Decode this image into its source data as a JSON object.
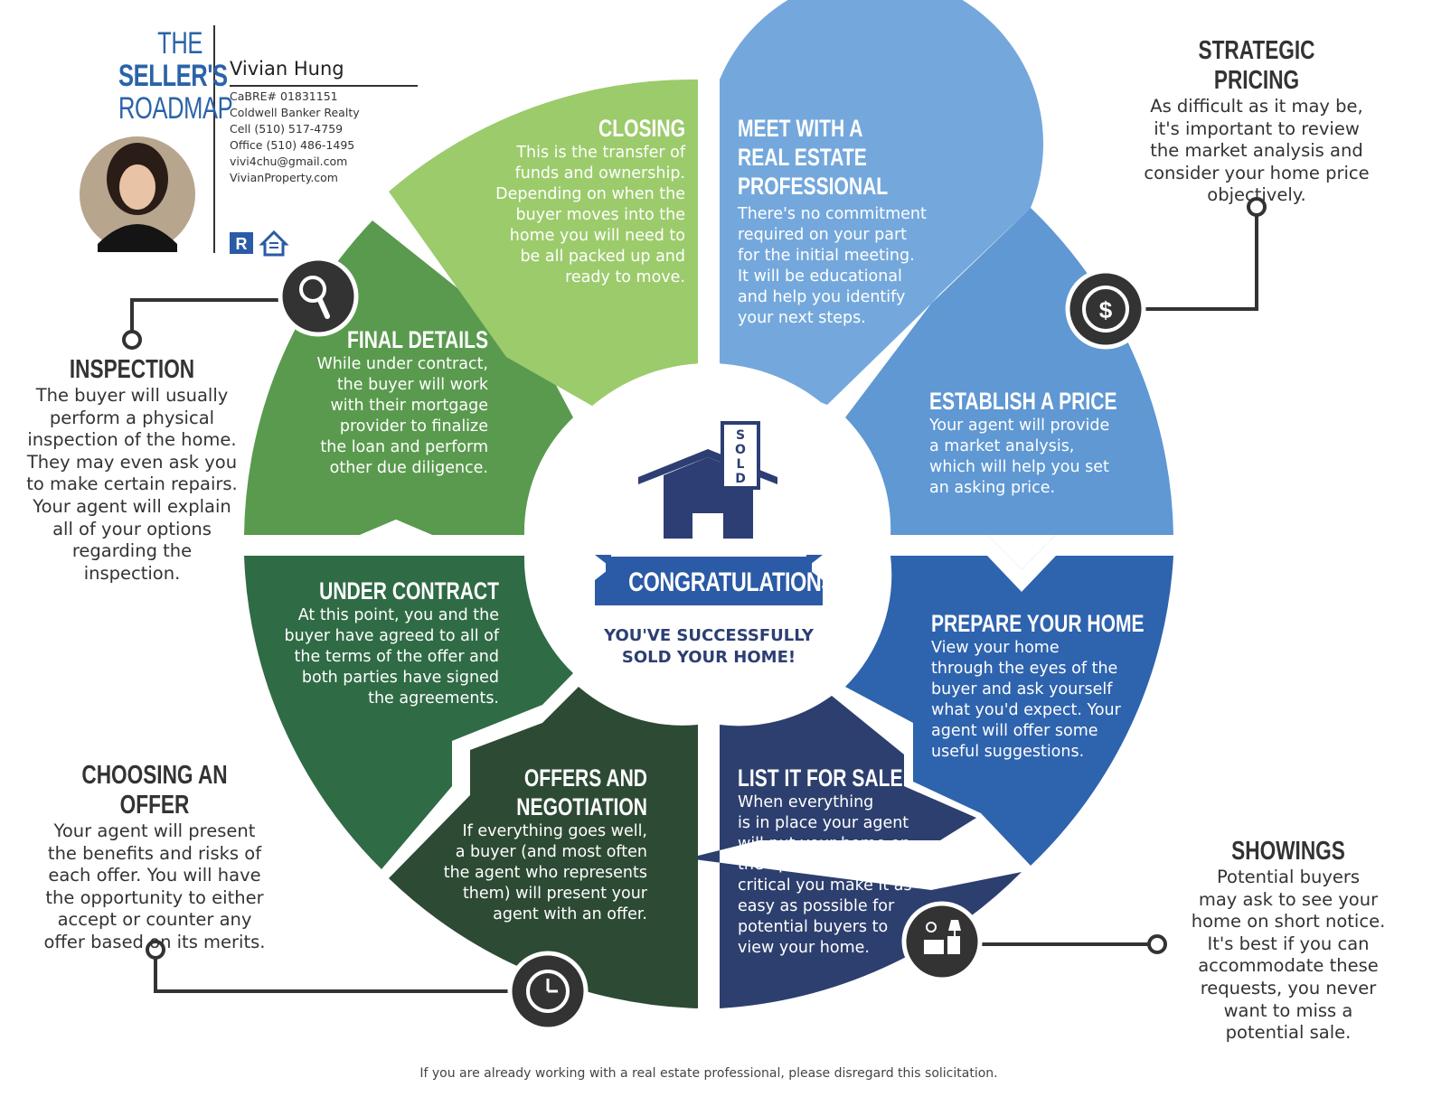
{
  "branding": {
    "title_line1": "THE",
    "title_line2": "SELLER'S",
    "title_line3": "ROADMAP",
    "colors": {
      "blue_dark": "#2b63a8",
      "text_dark": "#333333"
    }
  },
  "agent": {
    "name": "Vivian Hung",
    "license": "CaBRE# 01831151",
    "company": "Coldwell Banker Realty",
    "cell": "Cell (510) 517-4759",
    "office": "Office (510) 486-1495",
    "email": "vivi4chu@gmail.com",
    "website": "VivianProperty.com",
    "badges": [
      "realtor-logo",
      "equal-housing-logo"
    ]
  },
  "center": {
    "sold_letters": [
      "S",
      "O",
      "L",
      "D"
    ],
    "banner": "CONGRATULATIONS!",
    "message_line1": "YOU'VE SUCCESSFULLY",
    "message_line2": "SOLD YOUR HOME!",
    "colors": {
      "house": "#2c3e73",
      "banner": "#2b5aa6"
    }
  },
  "segments": {
    "meet": {
      "title": [
        "MEET WITH A",
        "REAL ESTATE",
        "PROFESSIONAL"
      ],
      "body": [
        "There's no commitment",
        "required on your part",
        "for the initial meeting.",
        "It will be educational",
        "and help you identify",
        "your next steps."
      ],
      "color": "#74a8dc"
    },
    "price": {
      "title": [
        "ESTABLISH A PRICE"
      ],
      "body": [
        "Your agent will provide",
        "a market analysis,",
        "which will help you set",
        "an asking price."
      ],
      "color": "#5f98d3"
    },
    "prepare": {
      "title": [
        "PREPARE YOUR HOME"
      ],
      "body": [
        "View your home",
        "through the eyes of the",
        "buyer and ask yourself",
        "what you'd expect. Your",
        "agent will offer some",
        "useful suggestions."
      ],
      "color": "#2e63ae"
    },
    "list": {
      "title": [
        "LIST IT FOR SALE"
      ],
      "body": [
        "When everything",
        "is in place your agent",
        "will put your home on",
        "the open market. It's",
        "critical you make it as",
        "easy as possible for",
        "potential buyers to",
        "view your home."
      ],
      "color": "#2d3f6e"
    },
    "offers": {
      "title": [
        "OFFERS AND",
        "NEGOTIATION"
      ],
      "body": [
        "If everything goes well,",
        "a buyer (and most often",
        "the agent who represents",
        "them) will present your",
        "agent with an offer."
      ],
      "color": "#2d4a34"
    },
    "under": {
      "title": [
        "UNDER CONTRACT"
      ],
      "body": [
        "At this point, you and the",
        "buyer have agreed to all of",
        "the terms of the offer and",
        "both parties have signed",
        "the agreements."
      ],
      "color": "#2f6b45"
    },
    "final": {
      "title": [
        "FINAL DETAILS"
      ],
      "body": [
        "While under contract,",
        "the buyer will work",
        "with their mortgage",
        "provider to finalize",
        "the loan and perform",
        "other due diligence."
      ],
      "color": "#5a9a4e"
    },
    "closing": {
      "title": [
        "CLOSING"
      ],
      "body": [
        "This is the transfer of",
        "funds and ownership.",
        "Depending on when the",
        "buyer moves into the",
        "home you will need to",
        "be all packed up and",
        "ready to move."
      ],
      "color": "#9ccb6c"
    }
  },
  "callouts": {
    "pricing": {
      "title": "STRATEGIC PRICING",
      "body": [
        "As difficult as it may be,",
        "it's important to review",
        "the market analysis and",
        "consider your home price",
        "objectively."
      ],
      "icon": "dollar-icon"
    },
    "inspection": {
      "title": "INSPECTION",
      "body": [
        "The buyer will usually",
        "perform a physical",
        "inspection of the home.",
        "They may even ask you",
        "to make certain repairs.",
        "Your agent will explain",
        "all of your options",
        "regarding the",
        "inspection."
      ],
      "icon": "magnifier-icon"
    },
    "choosing": {
      "title": "CHOOSING AN OFFER",
      "body": [
        "Your agent will present",
        "the benefits and risks of",
        "each offer. You will have",
        "the opportunity to either",
        "accept or counter any",
        "offer based on its merits."
      ],
      "icon": "clock-icon"
    },
    "showings": {
      "title": "SHOWINGS",
      "body": [
        "Potential buyers",
        "may ask to see your",
        "home on short notice.",
        "It's best if you can",
        "accommodate these",
        "requests, you never",
        "want to miss a",
        "potential sale."
      ],
      "icon": "furniture-icon"
    }
  },
  "footer": "If you are already working with a real estate professional, please disregard this solicitation."
}
